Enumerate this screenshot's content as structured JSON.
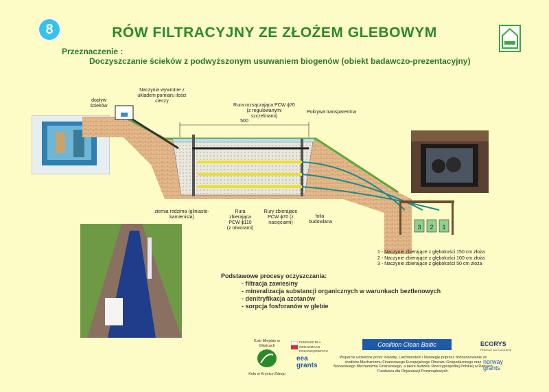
{
  "header": {
    "number": "8",
    "title": "RÓW FILTRACYJNY ZE ZŁOŻEM GLEBOWYM",
    "purpose_label": "Przeznaczenie :",
    "purpose_text": "Doczyszczanie ścieków z podwyższonym usuwaniem biogenów (obiekt badawczo-prezentacyjny)"
  },
  "diagram": {
    "inflow": "dopływ ścieków",
    "dosing_vessels": "Naczynia wywrotne z układem pomiaru ilości cieczy",
    "distribution_pipe": "Rura rozsączająca PCW ϕ70 (z regulowanymi szczelinami)",
    "cover": "Pokrywa transparentna",
    "dimension": "500",
    "native_soil": "ziemia rodzima (gliniasto-kamienista)",
    "collecting_pipe_1": "Rura zbierająca PCW ϕ110 (z otworami)",
    "collecting_pipe_2": "Rury zbierające PCW ϕ70 (z nacięciami)",
    "foil": "folia budowlana",
    "vessel_numbers": [
      "3",
      "2",
      "1"
    ]
  },
  "legend": [
    "1 - Naczynie zbierające z głębokości 150 cm  złoża",
    "2 - Naczynie zbierające z głębokości 100 cm  złoża",
    "3 - Naczynie zbierające z głębokości  50 cm  złoża"
  ],
  "processes": {
    "heading": "Podstawowe procesy oczyszczania:",
    "items": [
      "- filtracja zawiesiny",
      "- mineralizacja substancji organicznych w warunkach beztlenowych",
      "- denitryfikacja azotanów",
      "- sorpcja fosforanów w glebie"
    ]
  },
  "footer": {
    "koło_top": "Koło Miejskie w Gliwicach",
    "koło_bottom": "Koło w Krynicy-Zdroju",
    "fund_logo": "FUNDUSZ DLA ORGANIZACJI POZARZĄDOWYCH",
    "eea": "eea grants",
    "coalition": "Coalition Clean Baltic",
    "support_text": "Wsparcie udzielone przez Islandię, Liechtenstein i Norwegię poprzez dofinansowanie ze środków Mechanizmu Finansowego Europejskiego Obszaru Gospodarczego oraz Norweskiego Mechanizmu Finansowego, a także budżetu Rzeczypospolitej Polskiej w Ramach Funduszu dla Organizacji Pozarządowych.",
    "ecorys": "ECORYS",
    "ecorys_sub": "Research and Consulting",
    "norway": "norway grants"
  },
  "colors": {
    "background": "#fdfbc6",
    "title_green": "#2a8a2a",
    "badge_blue": "#35c3ea",
    "soil": "#d9b48f",
    "gravel": "#d8d4c8",
    "pipe_teal": "#1c8a88",
    "pipe_yellow": "#e8e030"
  }
}
